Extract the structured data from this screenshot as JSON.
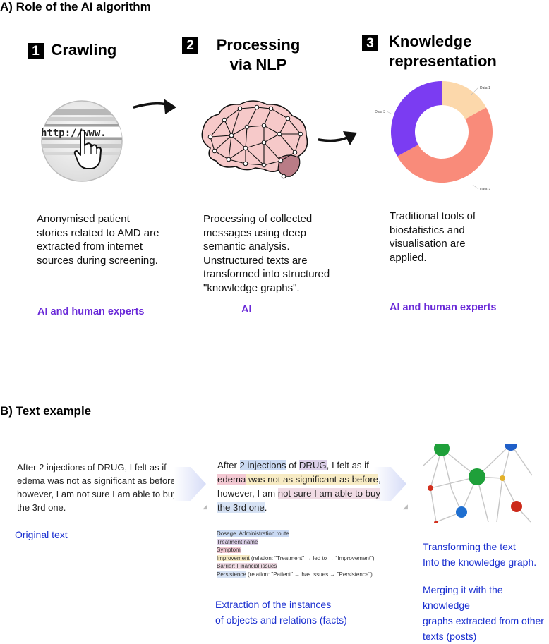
{
  "section_a": {
    "title": "A) Role of the AI algorithm",
    "steps": [
      {
        "number": "1",
        "title": "Crawling",
        "url_text": "http://www.",
        "description": [
          "Anonymised patient",
          "stories related to AMD are",
          "extracted from internet",
          "sources during screening."
        ],
        "actor": "AI and human experts"
      },
      {
        "number": "2",
        "title_lines": [
          "Processing",
          "via NLP"
        ],
        "description": [
          "Processing of collected",
          "messages using deep",
          "semantic analysis.",
          "Unstructured texts are",
          "transformed into structured",
          "\"knowledge graphs\"."
        ],
        "actor": "AI"
      },
      {
        "number": "3",
        "title_lines": [
          "Knowledge",
          "representation"
        ],
        "description": [
          "Traditional tools of",
          "biostatistics and",
          "visualisation are",
          "applied."
        ],
        "actor": "AI and human experts"
      }
    ]
  },
  "donut": {
    "labels": [
      "Data 1",
      "Data 2",
      "Data 3"
    ],
    "values": [
      17,
      50,
      33
    ],
    "colors": [
      "#fcd8ab",
      "#f98b7a",
      "#7b3cf2"
    ]
  },
  "section_b": {
    "title": "B) Text example",
    "original_text": [
      "After 2 injections of DRUG, I felt as if",
      "edema was not as significant as before,",
      "however, I am not sure I am able to buy",
      "the 3rd one."
    ],
    "original_caption": "Original text",
    "annotated": {
      "l1_a": "After ",
      "l1_b": "2 injections",
      "l1_c": " of ",
      "l1_d": "DRUG",
      "l1_e": ", I felt as if",
      "l2_a": "edema",
      "l2_b": " was not as significant as before",
      "l2_c": ",",
      "l3_a": "however, I am ",
      "l3_b": "not sure I am able to buy",
      "l4_a": "the 3rd one",
      "l4_b": "."
    },
    "legend": {
      "dosage": "Dosage. Administration route",
      "treatment": "Treatment name",
      "symptom": "Symptom",
      "improvement": "Improvement",
      "improvement_rel": " (relation: \"Treatment\" → led to → \"Improvement\")",
      "barrier": "Barrier: Financial issues",
      "persistence": "Persistence",
      "persistence_rel": " (relation: \"Patient\" → has issues → \"Persistence\")"
    },
    "extraction_caption": [
      "Extraction of the instances",
      "of objects and relations (facts)"
    ],
    "graph_caption_1": [
      "Transforming the text",
      "Into the knowledge graph."
    ],
    "graph_caption_2": [
      "Merging it with the knowledge",
      "graphs extracted from other",
      "texts (posts)"
    ]
  }
}
